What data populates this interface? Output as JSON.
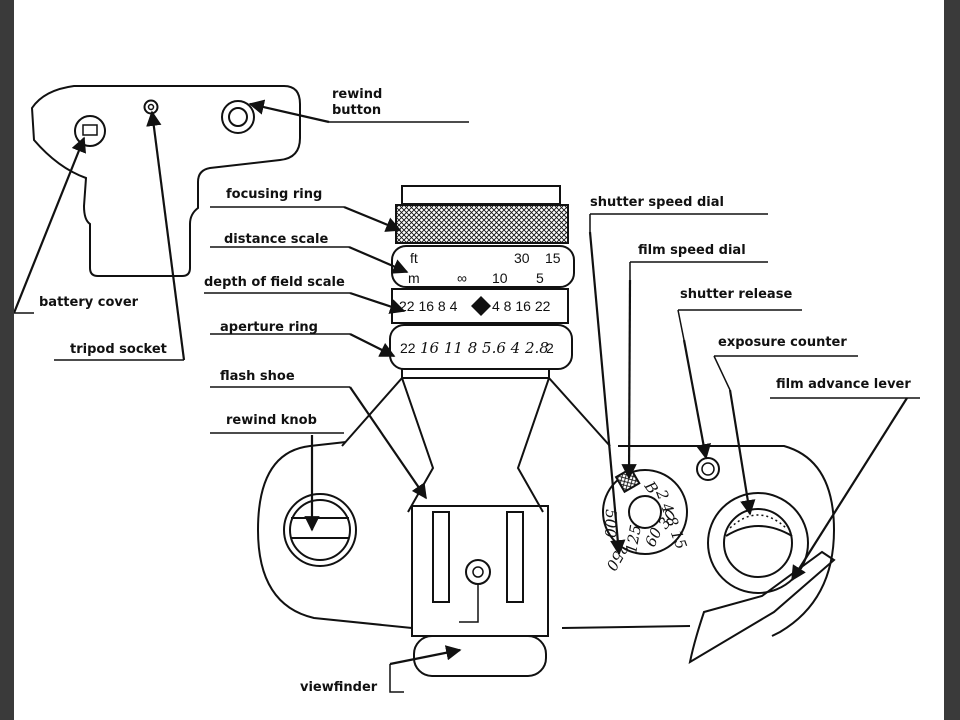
{
  "labels": {
    "rewind_button_1": "rewind",
    "rewind_button_2": "button",
    "focusing_ring": "focusing ring",
    "distance_scale": "distance scale",
    "depth_of_field_scale": "depth of field scale",
    "aperture_ring": "aperture ring",
    "flash_shoe": "flash shoe",
    "rewind_knob": "rewind knob",
    "battery_cover": "battery cover",
    "tripod_socket": "tripod socket",
    "shutter_speed_dial": "shutter speed dial",
    "film_speed_dial": "film speed dial",
    "shutter_release": "shutter release",
    "exposure_counter": "exposure counter",
    "film_advance_lever": "film advance lever",
    "viewfinder": "viewfinder"
  },
  "distance_scale": {
    "ft": "ft",
    "ft_30": "30",
    "ft_15": "15",
    "m": "m",
    "inf": "∞",
    "m_10": "10",
    "m_5": "5"
  },
  "dof_scale": {
    "left": "22 16 8 4",
    "right": "4 8 16 22"
  },
  "aperture": {
    "first": "22",
    "hand": "16 11  8  5.6  4  2.8",
    "last": "2"
  },
  "shutter_dial": {
    "b": "B",
    "ring": "2 4 8 15",
    "s500": "500",
    "s250": "250",
    "s125": "125",
    "s60": "60",
    "s30": "30"
  }
}
